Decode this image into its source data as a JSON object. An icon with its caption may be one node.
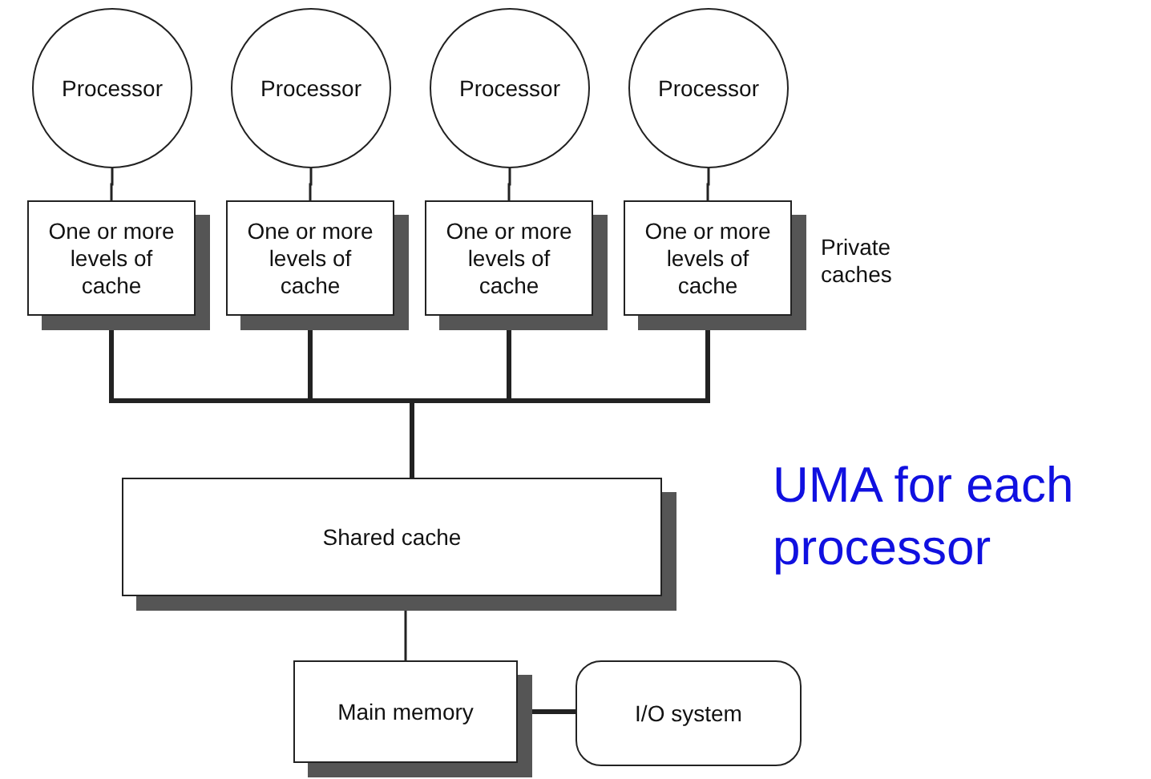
{
  "diagram": {
    "nodes": [
      {
        "text": [
          "Processor"
        ]
      },
      {
        "text": [
          "Processor"
        ]
      },
      {
        "text": [
          "Processor"
        ]
      },
      {
        "text": [
          "Processor"
        ]
      },
      {
        "text": [
          "One or more levels of cache"
        ]
      },
      {
        "text": [
          "One or more levels of cache"
        ]
      },
      {
        "text": [
          "One or more levels of cache"
        ]
      },
      {
        "text": [
          "One or more levels of cache"
        ],
        "beside": [
          "Private caches"
        ]
      },
      {
        "text": [
          "Shared cache"
        ]
      },
      {
        "text": [
          "Main memory"
        ]
      },
      {
        "text": [
          "I/O system"
        ]
      }
    ],
    "edges": [
      {
        "from": 0,
        "to": 4,
        "arrow": "none"
      },
      {
        "from": 1,
        "to": 5,
        "arrow": "none"
      },
      {
        "from": 2,
        "to": 6,
        "arrow": "none"
      },
      {
        "from": 3,
        "to": 7,
        "arrow": "none"
      },
      {
        "from": 4,
        "to": 8,
        "arrow": "none",
        "style": "thick"
      },
      {
        "from": 5,
        "to": 8,
        "arrow": "none",
        "style": "thick"
      },
      {
        "from": 6,
        "to": 8,
        "arrow": "none",
        "style": "thick"
      },
      {
        "from": 7,
        "to": 8,
        "arrow": "none",
        "style": "thick"
      },
      {
        "from": 8,
        "to": 9,
        "arrow": "none"
      },
      {
        "from": 9,
        "to": 10,
        "arrow": "none",
        "style": "thick"
      }
    ],
    "labels": [
      "UMA for each processor"
    ]
  }
}
